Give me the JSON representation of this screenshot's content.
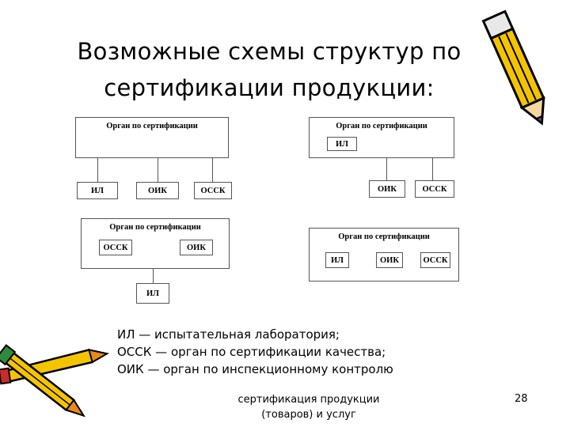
{
  "slide": {
    "title_line1": "Возможные схемы структур по",
    "title_line2": "сертификации продукции:",
    "footer_line1": "сертификация продукции",
    "footer_line2": "(товаров) и услуг",
    "page_number": "28"
  },
  "schemes": {
    "s1": {
      "header": "Орган по сертификации",
      "b1": "ИЛ",
      "b2": "ОИК",
      "b3": "ОССК"
    },
    "s2": {
      "header": "Орган по сертификации",
      "inner": "ИЛ",
      "b1": "ОИК",
      "b2": "ОССК"
    },
    "s3": {
      "header": "Орган по сертификации",
      "inner1": "ОССК",
      "inner2": "ОИК",
      "below": "ИЛ"
    },
    "s4": {
      "header": "Орган по сертификации",
      "inner1": "ИЛ",
      "inner2": "ОИК",
      "inner3": "ОССК"
    }
  },
  "legend": [
    "ИЛ — испытательная лаборатория;",
    "ОССК — орган по сертификации качества;",
    "ОИК — орган по инспекционному контролю"
  ],
  "icons": {
    "top_right": "pencil-icon",
    "bottom_left": "crossed-pencils-icon"
  },
  "colors": {
    "pencil_body": "#f5c400",
    "pencil_outline": "#000000",
    "pencil_tip": "#e88a1a",
    "pencil_eraser": "#cc2b2b",
    "pencil_cap": "#2e8b3a",
    "pencil_purple": "#7a3fa0"
  }
}
